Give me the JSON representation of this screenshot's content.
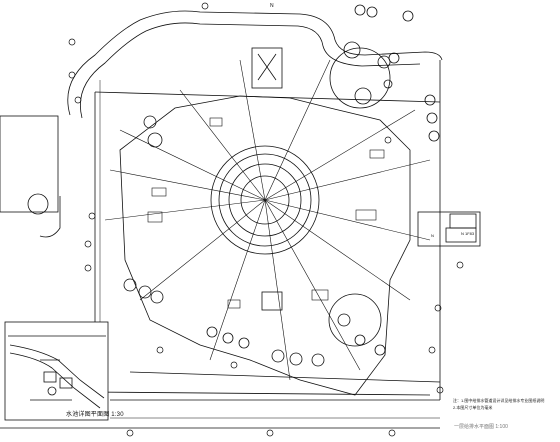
{
  "drawing": {
    "detail_title": "水池详图平面图 1:30",
    "north_mark": "N",
    "box_label": "N 1F83",
    "n_label": "N",
    "annotation_line1": "注：1.图中给排水管道设计详见给排水专业图纸说明",
    "annotation_line2": "2.本图尺寸单位为毫米",
    "site_plan_note": "一层给排水平面图 1:100"
  },
  "colors": {
    "line": "#111111",
    "background": "#ffffff"
  }
}
